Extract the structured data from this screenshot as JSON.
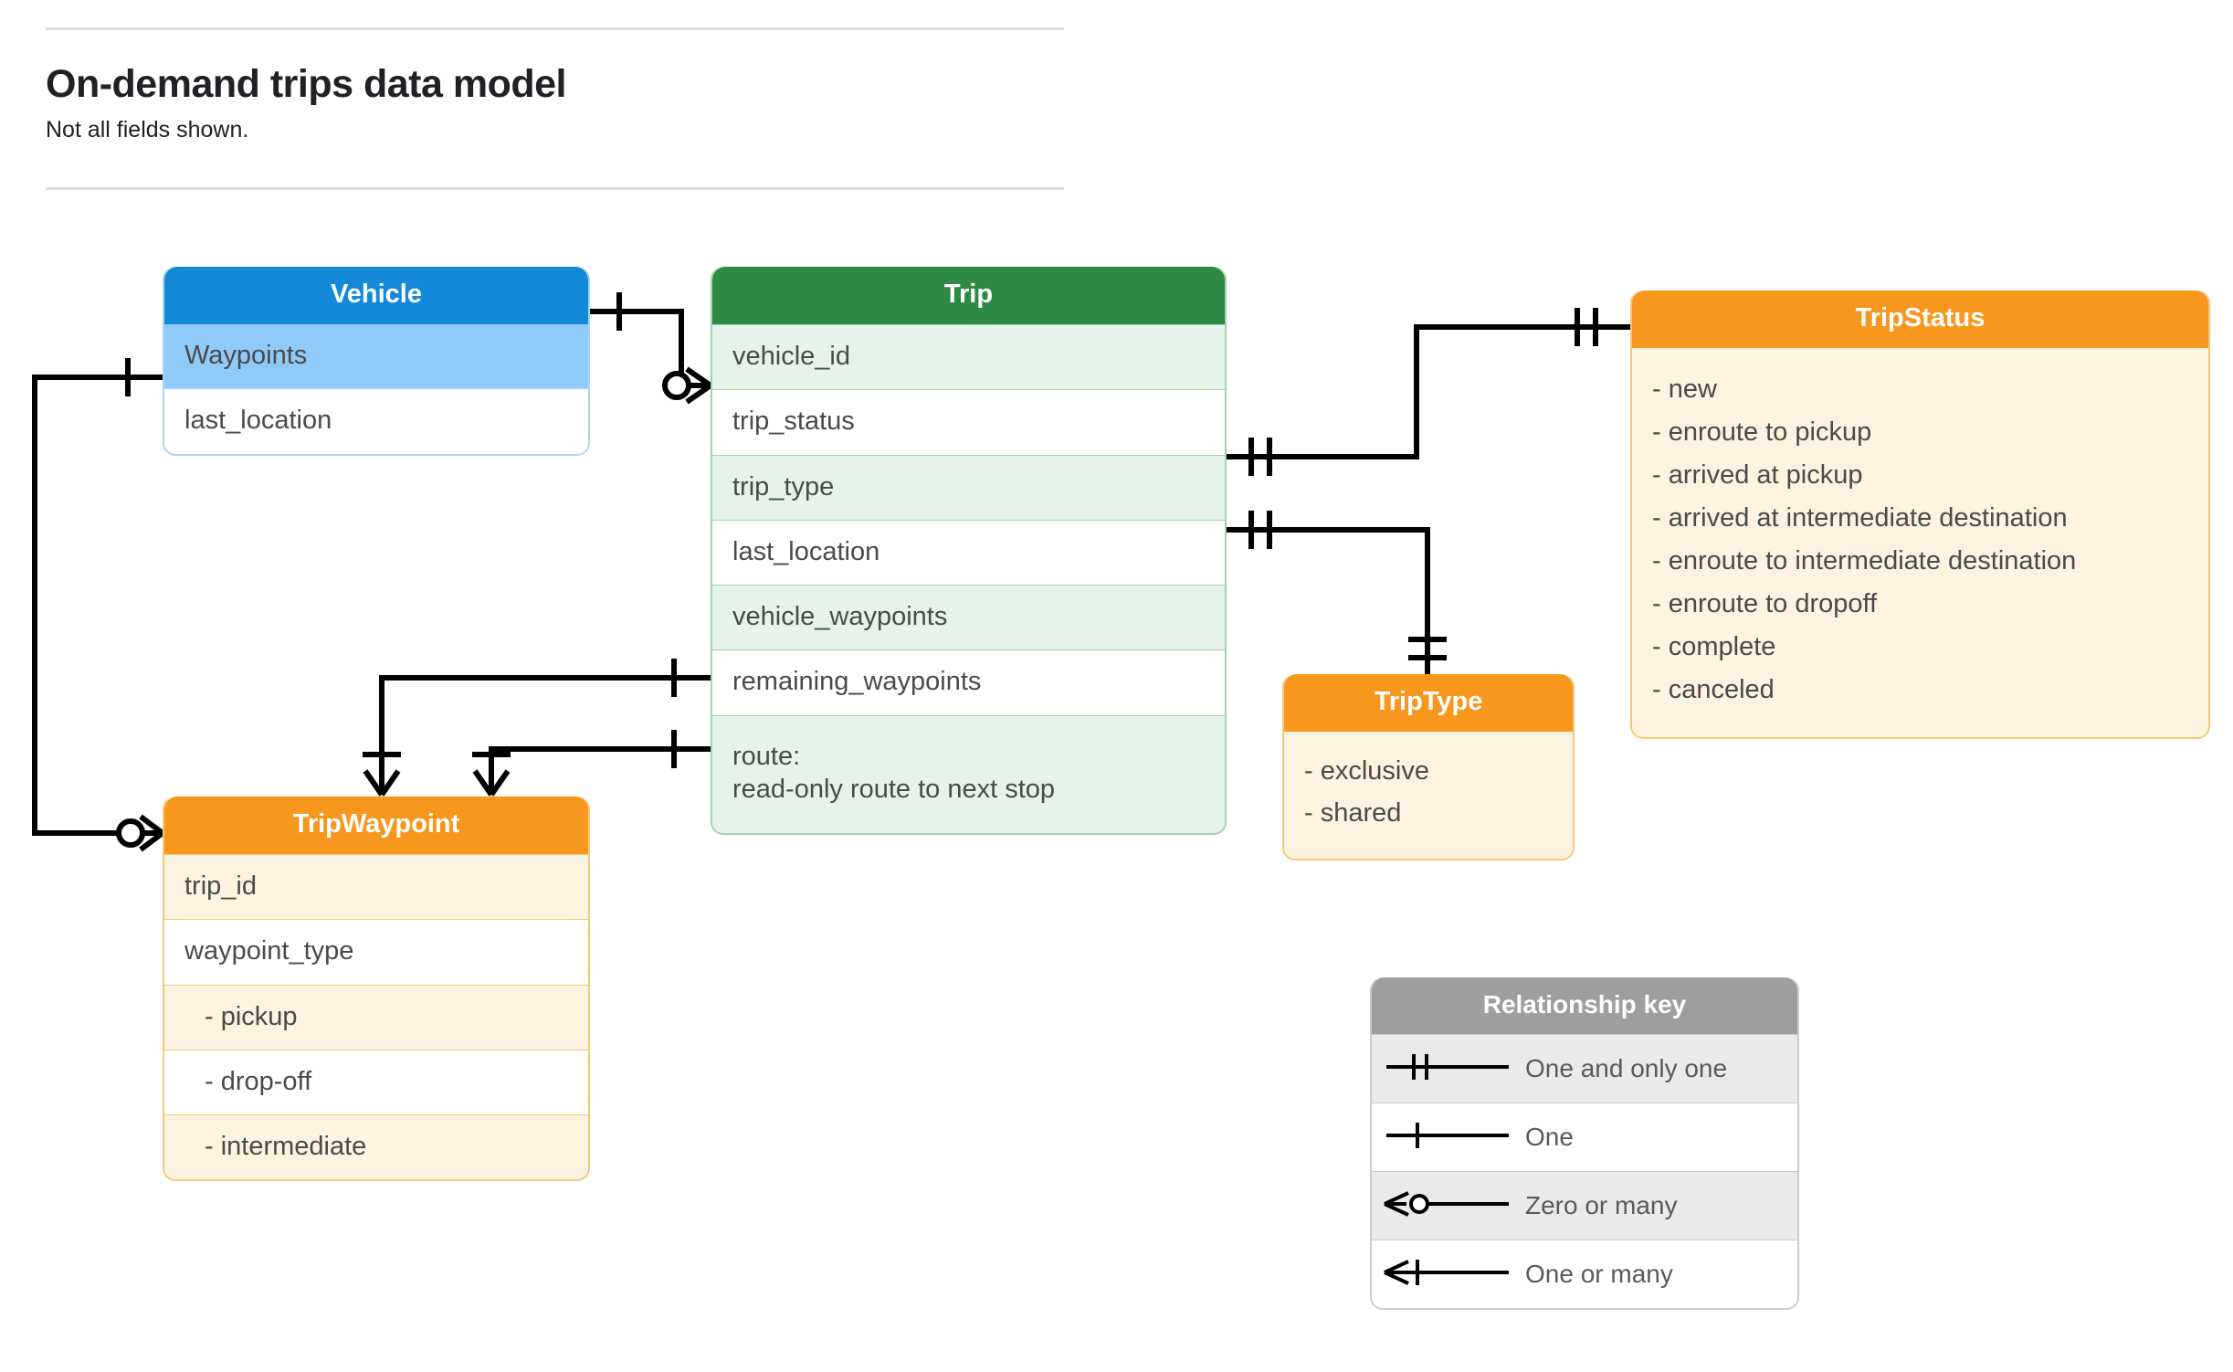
{
  "header": {
    "title": "On-demand trips data model",
    "subtitle": "Not all fields shown."
  },
  "entities": {
    "vehicle": {
      "name": "Vehicle",
      "header_color": "#1489d8",
      "rows": [
        {
          "label": "Waypoints"
        },
        {
          "label": "last_location"
        }
      ]
    },
    "trip": {
      "name": "Trip",
      "header_color": "#2e8b46",
      "rows": [
        {
          "label": "vehicle_id"
        },
        {
          "label": "trip_status"
        },
        {
          "label": "trip_type"
        },
        {
          "label": "last_location"
        },
        {
          "label": "vehicle_waypoints"
        },
        {
          "label": "remaining_waypoints"
        }
      ],
      "route_line1": "route:",
      "route_line2": "read-only route to next stop"
    },
    "trip_status": {
      "name": "TripStatus",
      "header_color": "#f7971e",
      "options": [
        "- new",
        "- enroute to pickup",
        "- arrived at pickup",
        "- arrived at intermediate destination",
        "- enroute to intermediate destination",
        "- enroute to dropoff",
        "- complete",
        "- canceled"
      ]
    },
    "trip_type": {
      "name": "TripType",
      "header_color": "#f7971e",
      "options": [
        "- exclusive",
        "- shared"
      ]
    },
    "trip_waypoint": {
      "name": "TripWaypoint",
      "header_color": "#f7971e",
      "rows": [
        {
          "label": "trip_id"
        },
        {
          "label": "waypoint_type"
        },
        {
          "label": "-  pickup"
        },
        {
          "label": "-  drop-off"
        },
        {
          "label": "-  intermediate"
        }
      ]
    }
  },
  "relationship_key": {
    "title": "Relationship key",
    "items": [
      {
        "glyph": "one-and-only-one",
        "label": "One and only one"
      },
      {
        "glyph": "one",
        "label": "One"
      },
      {
        "glyph": "zero-or-many",
        "label": "Zero or many"
      },
      {
        "glyph": "one-or-many",
        "label": "One or many"
      }
    ]
  },
  "relationships": [
    {
      "from": "Vehicle",
      "to": "Trip.vehicle_id",
      "from_card": "one",
      "to_card": "zero-or-many"
    },
    {
      "from": "Vehicle.Waypoints",
      "to": "TripWaypoint",
      "from_card": "one",
      "to_card": "zero-or-many"
    },
    {
      "from": "Trip.trip_status",
      "to": "TripStatus",
      "from_card": "one-and-only-one",
      "to_card": "one-and-only-one"
    },
    {
      "from": "Trip.trip_type",
      "to": "TripType",
      "from_card": "one-and-only-one",
      "to_card": "one-and-only-one"
    },
    {
      "from": "Trip.vehicle_waypoints",
      "to": "TripWaypoint",
      "from_card": "one",
      "to_card": "one-or-many"
    },
    {
      "from": "Trip.remaining_waypoints",
      "to": "TripWaypoint",
      "from_card": "one",
      "to_card": "one-or-many"
    }
  ]
}
